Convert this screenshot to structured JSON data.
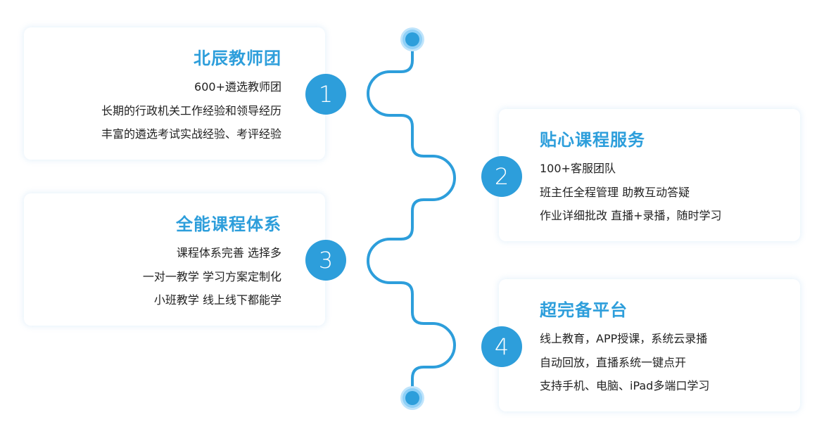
{
  "colors": {
    "accent": "#2d9edb",
    "halo": "#bfe4fb",
    "text": "#222222"
  },
  "steps": [
    {
      "number": "1",
      "title": "北辰教师团",
      "lines": [
        "600+遴选教师团",
        "长期的行政机关工作经验和领导经历",
        "丰富的遴选考试实战经验、考评经验"
      ]
    },
    {
      "number": "2",
      "title": "贴心课程服务",
      "lines": [
        "100+客服团队",
        "班主任全程管理  助教互动答疑",
        "作业详细批改  直播+录播，随时学习"
      ]
    },
    {
      "number": "3",
      "title": "全能课程体系",
      "lines": [
        "课程体系完善 选择多",
        "一对一教学 学习方案定制化",
        "小班教学 线上线下都能学"
      ]
    },
    {
      "number": "4",
      "title": "超完备平台",
      "lines": [
        "线上教育，APP授课，系统云录播",
        "自动回放，直播系统一键点开",
        "支持手机、电脑、iPad多端口学习"
      ]
    }
  ]
}
